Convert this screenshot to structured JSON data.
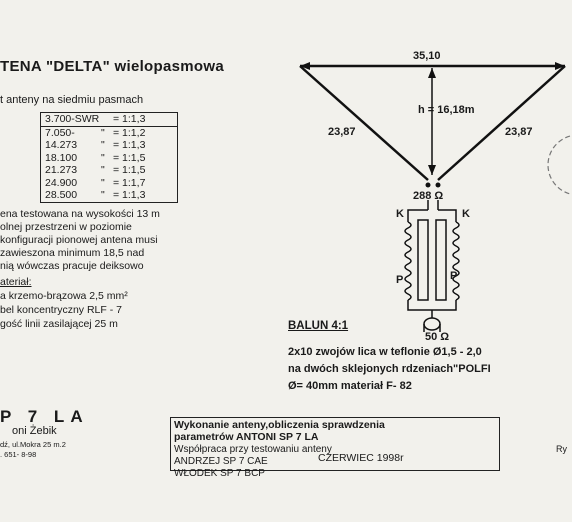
{
  "title": "TENA \"DELTA\" wielopasmowa",
  "intro": "t anteny na siedmiu pasmach",
  "swr_table": [
    {
      "freq": "3.700-SWR",
      "sep": "",
      "val": "= 1:1,3"
    },
    {
      "freq": "7.050-",
      "sep": "\"",
      "val": "= 1:1,2"
    },
    {
      "freq": "14.273",
      "sep": "\"",
      "val": "= 1:1,3"
    },
    {
      "freq": "18.100",
      "sep": "\"",
      "val": "= 1:1,5"
    },
    {
      "freq": "21.273",
      "sep": "\"",
      "val": "= 1:1,5"
    },
    {
      "freq": "24.900",
      "sep": "\"",
      "val": "= 1:1,7"
    },
    {
      "freq": "28.500",
      "sep": "\"",
      "val": "= 1:1,3"
    }
  ],
  "notes": [
    "ena testowana na wysokości 13 m",
    "olnej przestrzeni w poziomie",
    "konfiguracji pionowej antena musi",
    " zawieszona minimum 18,5 nad",
    "nią wówczas pracuje deiksowo"
  ],
  "materials_heading": "ateriał:",
  "materials": [
    "a krzemo-brązowa 2,5 mm²",
    "bel koncentryczny RLF - 7",
    "gość linii zasilającej 25 m"
  ],
  "logo": "P 7 LA",
  "author": "oni Żebik",
  "address": [
    "dź, ul.Mokra 25 m.2",
    ". 651- 8-98"
  ],
  "diagram": {
    "top_length": "35,10",
    "height_label": "h = 16,18m",
    "left_side": "23,87",
    "right_side": "23,87",
    "feed_impedance": "288 Ω",
    "coil_k_left": "K",
    "coil_k_right": "K",
    "coil_p_left": "P",
    "coil_p_right": "P",
    "coax_impedance": "50 Ω"
  },
  "balun": {
    "title": "BALUN 4:1",
    "lines": [
      "2x10 zwojów lica w teflonie Ø1,5 - 2,0",
      "na dwóch sklejonych rdzeniach\"POLFI",
      "Ø= 40mm materiał F- 82"
    ]
  },
  "credits": {
    "bold_lines": [
      "Wykonanie anteny,obliczenia sprawdzenia",
      "parametrów ANTONI SP 7 LA"
    ],
    "line3": "Współpraca przy testowaniu anteny",
    "line4": "ANDRZEJ SP 7 CAE",
    "line5": "WŁODEK SP 7 BCP",
    "date": "CZERWIEC 1998r"
  },
  "corner_text": "Ry"
}
